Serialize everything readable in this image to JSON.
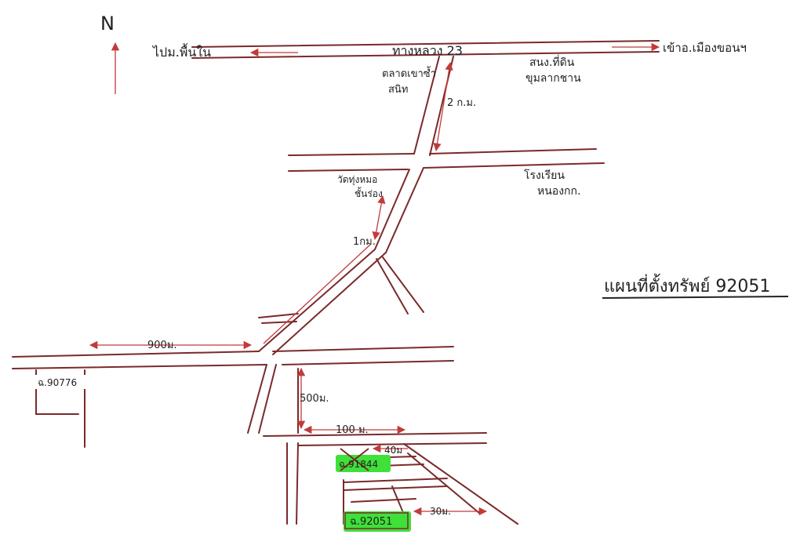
{
  "north": "N",
  "labels": {
    "west_road": "ไปม.พื้นใน",
    "road_23": "ทางหลวง 23",
    "east_road": "เข้าอ.เมืองขอนฯ",
    "market": "ตลาดเขาซ้ำ สนิท",
    "office": "สนง.ที่ดิน ขุมลากชาน",
    "dist_2km": "2 ก.ม.",
    "temple": "วัดทุ่งหมอ ชั้นร่อง",
    "school": "โรงเรียน หนองกก.",
    "dist_1km": "1กม.",
    "dist_900m": "900ม.",
    "parcel_left": "ฉ.90776",
    "dist_500m": "500ม.",
    "dist_100m": "100 ม.",
    "dist_40m": "40ม",
    "parcel_crossed": "ฉ.91844",
    "dist_30m": "30ม.",
    "parcel_target": "ฉ.92051",
    "map_title": "แผนที่ตั้งทรัพย์ 92051"
  },
  "colors": {
    "road": "#7a2a2a",
    "arrow": "#c23a3a",
    "highlight": "#3fe03a"
  }
}
